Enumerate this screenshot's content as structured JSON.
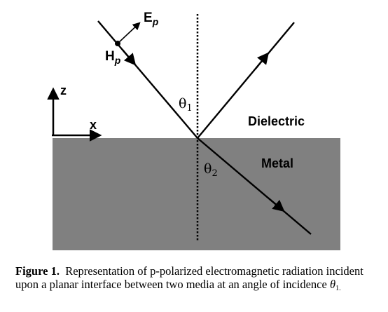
{
  "diagram": {
    "labels": {
      "e_field_main": "E",
      "e_field_sub": "p",
      "h_field_main": "H",
      "h_field_sub": "p",
      "z_axis": "z",
      "x_axis": "x",
      "incidence_angle_main": "θ",
      "incidence_angle_sub": "1",
      "refraction_angle_main": "θ",
      "refraction_angle_sub": "2",
      "upper_medium": "Dielectric",
      "lower_medium": "Metal"
    },
    "colors": {
      "metal_fill": "#808080",
      "line": "#000000",
      "background": "#ffffff"
    }
  },
  "caption": {
    "label": "Figure 1.",
    "text": "Representation of p-polarized electromagnetic radiation incident upon a planar interface between two media at an angle of incidence",
    "symbol": "θ",
    "symbol_sub": "1."
  }
}
